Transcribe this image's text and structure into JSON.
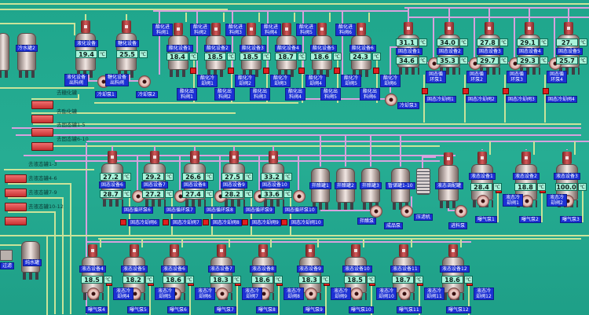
{
  "unit": "℃",
  "cold_water_tank": "冷水罐2",
  "pure_water_tank": "纯水罐",
  "filter": "过滤",
  "upper_devices": [
    {
      "label": "液化设备",
      "temp": "19.4",
      "outlet": "液化设备出料阀",
      "pump": "冷却泵1"
    },
    {
      "label": "糖化设备",
      "temp": "25.5",
      "outlet": "糖化设备出料阀",
      "pump": "冷却泵2"
    }
  ],
  "ester_devices": [
    {
      "label": "酯化设备1",
      "temp": "18.4",
      "inlet": "酯化进料阀1",
      "cooling": "酯化冷却阀1",
      "outlet": "酯化出料阀1"
    },
    {
      "label": "酯化设备2",
      "temp": "18.5",
      "inlet": "酯化进料阀2",
      "cooling": "酯化冷却阀2",
      "outlet": "酯化出料阀2"
    },
    {
      "label": "酯化设备3",
      "temp": "18.5",
      "inlet": "酯化进料阀3",
      "cooling": "酯化冷却阀3",
      "outlet": "酯化出料阀3"
    },
    {
      "label": "酯化设备4",
      "temp": "18.7",
      "inlet": "酯化进料阀4",
      "cooling": "酯化冷却阀4",
      "outlet": "酯化出料阀4"
    },
    {
      "label": "酯化设备5",
      "temp": "18.6",
      "inlet": "酯化进料阀5",
      "cooling": "酯化冷却阀5",
      "outlet": "酯化出料阀5"
    },
    {
      "label": "酯化设备6",
      "temp": "24.3",
      "inlet": "酯化进料阀6",
      "cooling": "酯化冷却阀6",
      "outlet": "酯化出料阀6"
    }
  ],
  "ester_pump": "冷却泵3",
  "transfer_pumps": [
    "去糖化罐",
    "去酯化罐",
    "去固态罐1-5",
    "去固态罐6-10",
    "去液态罐1-3",
    "去液态罐4-6",
    "去液态罐7-9",
    "去液态罐10-12"
  ],
  "solid_devices": [
    {
      "label": "固态设备1",
      "temp_top": "31.1",
      "temp_bottom": "34.6",
      "pump": "固态循环泵1",
      "cooling": "固态冷却阀1"
    },
    {
      "label": "固态设备2",
      "temp_top": "34.0",
      "temp_bottom": "35.3",
      "pump": "固态循环泵2",
      "cooling": "固态冷却阀2"
    },
    {
      "label": "固态设备3",
      "temp_top": "27.8",
      "temp_bottom": "29.7",
      "pump": "固态循环泵3",
      "cooling": "固态冷却阀3"
    },
    {
      "label": "固态设备4",
      "temp_top": "29.1",
      "temp_bottom": "29.3",
      "pump": "固态循环泵4",
      "cooling": "固态冷却阀4"
    },
    {
      "label": "固态设备5",
      "temp_top": "27.",
      "temp_bottom": "25.7"
    },
    {
      "label": "固态设备6",
      "temp_top": "27.2",
      "temp_bottom": "28.7",
      "pump": "固态循环泵6",
      "cooling": "固态冷却阀6"
    },
    {
      "label": "固态设备7",
      "temp_top": "29.2",
      "temp_bottom": "27.2",
      "pump": "固态循环泵7",
      "cooling": "固态冷却阀7"
    },
    {
      "label": "固态设备8",
      "temp_top": "26.6",
      "temp_bottom": "27.4",
      "pump": "固态循环泵8",
      "cooling": "固态冷却阀8"
    },
    {
      "label": "固态设备9",
      "temp_top": "27.5",
      "temp_bottom": "28.2",
      "pump": "固态循环泵9",
      "cooling": "固态冷却阀9"
    },
    {
      "label": "固态设备10",
      "temp_top": "33.2",
      "temp_bottom": "33.6",
      "pump": "固态循环泵10",
      "cooling": "固态冷却阀10"
    }
  ],
  "storage_tanks": [
    "拌醋罐1",
    "拌醋罐2",
    "拌醋罐3",
    "暂储罐1-10"
  ],
  "mix_pump": "拌醋泵",
  "product_pump": "成品泵",
  "filter_press": "压滤机",
  "blend_tank": "液态调配罐",
  "feed_pump": "进料泵",
  "liquid_devices": [
    {
      "label": "液态设备1",
      "temp": "28.4",
      "cooling": "液态冷却阀1",
      "pump": "曝气泵1"
    },
    {
      "label": "液态设备2",
      "temp": "18.8",
      "cooling": "液态冷却阀2",
      "pump": "曝气泵2"
    },
    {
      "label": "液态设备3",
      "temp": "100.0",
      "pump": "曝气泵3"
    },
    {
      "label": "液态设备4",
      "temp": "18.5",
      "cooling": "液态冷却阀4",
      "pump": "曝气泵4"
    },
    {
      "label": "液态设备5",
      "temp": "18.2",
      "cooling": "液态冷却阀5",
      "pump": "曝气泵5"
    },
    {
      "label": "液态设备6",
      "temp": "18.6",
      "cooling": "液态冷却阀6",
      "pump": "曝气泵6"
    },
    {
      "label": "液态设备7",
      "temp": "18.3",
      "cooling": "液态冷却阀7",
      "pump": "曝气泵7"
    },
    {
      "label": "液态设备8",
      "temp": "18.6",
      "cooling": "液态冷却阀8",
      "pump": "曝气泵8"
    },
    {
      "label": "液态设备9",
      "temp": "18.3",
      "cooling": "液态冷却阀9",
      "pump": "曝气泵9"
    },
    {
      "label": "液态设备10",
      "temp": "18.5",
      "cooling": "液态冷却阀10",
      "pump": "曝气泵10"
    },
    {
      "label": "液态设备11",
      "temp": "18.7",
      "cooling": "液态冷却阀11",
      "pump": "曝气泵11"
    },
    {
      "label": "液态设备12",
      "temp": "18.6",
      "cooling": "液态冷却阀12",
      "pump": "曝气泵12"
    }
  ],
  "colors": {
    "background": "#22a98f",
    "label_bg": "#1c30d4",
    "temp_bg": "#a9f2da",
    "pipe_purple": "#d6a2de",
    "pipe_yellow": "#c9e39a",
    "valve_red": "#e02020"
  }
}
